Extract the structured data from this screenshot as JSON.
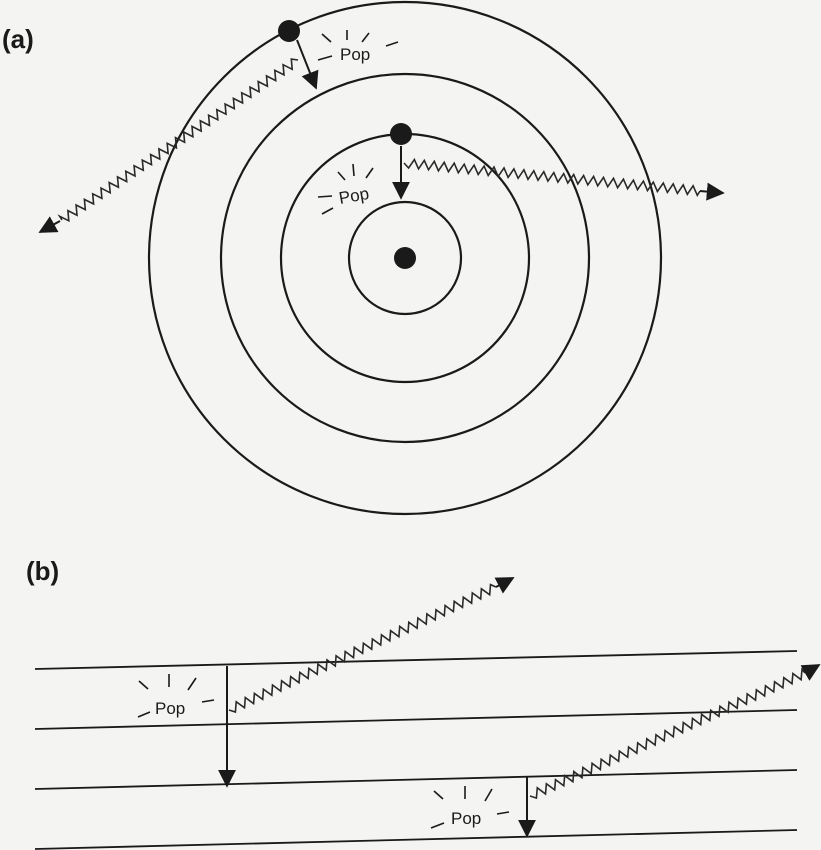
{
  "panels": {
    "a": {
      "label": "(a)"
    },
    "b": {
      "label": "(b)"
    }
  },
  "pop_label": "Pop",
  "colors": {
    "ink": "#1a1a1a",
    "paper": "#f4f4f2"
  }
}
